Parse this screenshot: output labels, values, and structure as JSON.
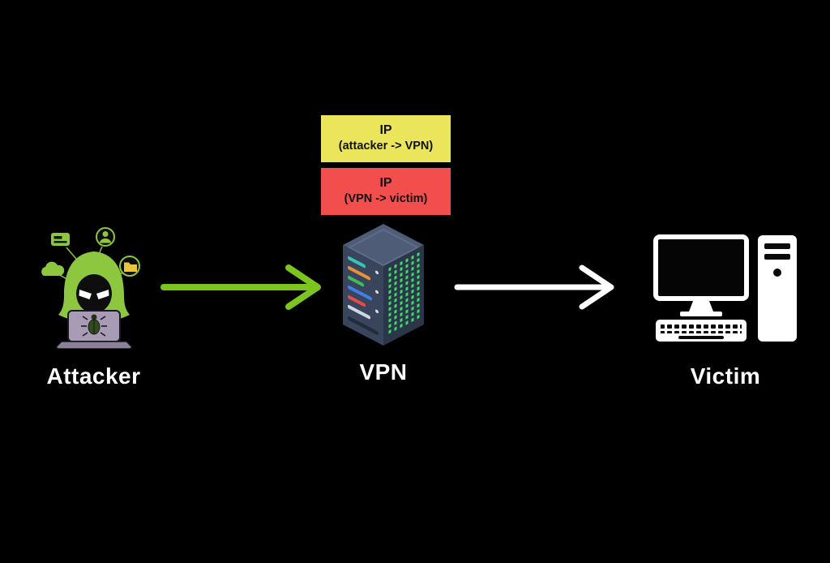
{
  "packets": [
    {
      "line1": "IP",
      "line2": "(attacker -> VPN)",
      "color": "#ebe55c"
    },
    {
      "line1": "IP",
      "line2": "(VPN -> victim)",
      "color": "#f34e4e"
    }
  ],
  "nodes": [
    {
      "id": "attacker",
      "label": "Attacker"
    },
    {
      "id": "vpn",
      "label": "VPN"
    },
    {
      "id": "victim",
      "label": "Victim"
    }
  ],
  "arrows": [
    {
      "from": "attacker",
      "to": "vpn",
      "color": "#7cc41f"
    },
    {
      "from": "vpn",
      "to": "victim",
      "color": "#ffffff"
    }
  ],
  "colors": {
    "background": "#000000",
    "label_text": "#ffffff",
    "packet_text": "#111111",
    "hacker_green": "#8dc63f"
  }
}
